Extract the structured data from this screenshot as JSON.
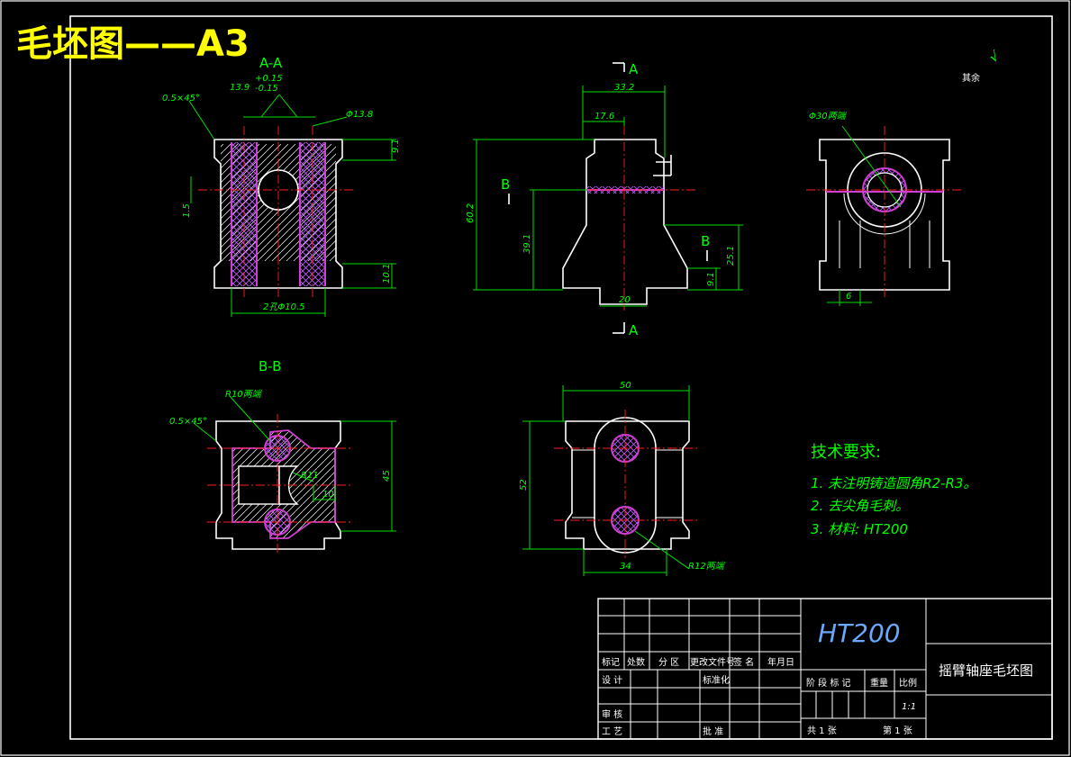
{
  "title": "毛坯图——A3",
  "views": {
    "aa": {
      "label": "A-A",
      "chamfer": "0.5×45°",
      "dim_top": "13.9",
      "tol_upper": "+0.15",
      "tol_lower": "-0.15",
      "dia": "Φ13.8",
      "d_91": "9.1",
      "d_15": "1.5",
      "d_101": "10.1",
      "d_bottom": "2孔Φ10.5"
    },
    "front": {
      "sec_a_top": "A",
      "sec_a_bottom": "A",
      "sec_b_left": "B",
      "sec_b_right": "B",
      "d_332": "33.2",
      "d_176": "17.6",
      "d_602": "60.2",
      "d_391": "39.1",
      "d_251": "25.1",
      "d_91": "9.1",
      "d_20": "20"
    },
    "side": {
      "hole_label": "Φ30两端",
      "d_6": "6"
    },
    "bb": {
      "label": "B-B",
      "r10": "R10两端",
      "chamfer": "0.5×45°",
      "r11": "R11",
      "d_10": "10",
      "d_45": "45"
    },
    "top": {
      "d_50": "50",
      "d_52": "52",
      "d_34": "34",
      "r12": "R12两端"
    }
  },
  "roughness": {
    "symbol_label": "其余",
    "value": "√"
  },
  "tech_req": {
    "heading": "技术要求:",
    "items": [
      "1. 未注明铸造圆角R2-R3。",
      "2. 去尖角毛刺。",
      "3. 材料: HT200"
    ]
  },
  "title_block": {
    "material": "HT200",
    "part_name": "摇臂轴座毛坯图",
    "cols": [
      "标记",
      "处数",
      "分 区",
      "更改文件号",
      "签 名",
      "年月日"
    ],
    "design": "设 计",
    "standard": "标准化",
    "review": "审 核",
    "process": "工 艺",
    "approve": "批 准",
    "stage": "阶 段 标 记",
    "weight": "重量",
    "scale_label": "比例",
    "scale": "1:1",
    "sheets_total": "共 1 张",
    "sheet_no": "第 1 张"
  }
}
